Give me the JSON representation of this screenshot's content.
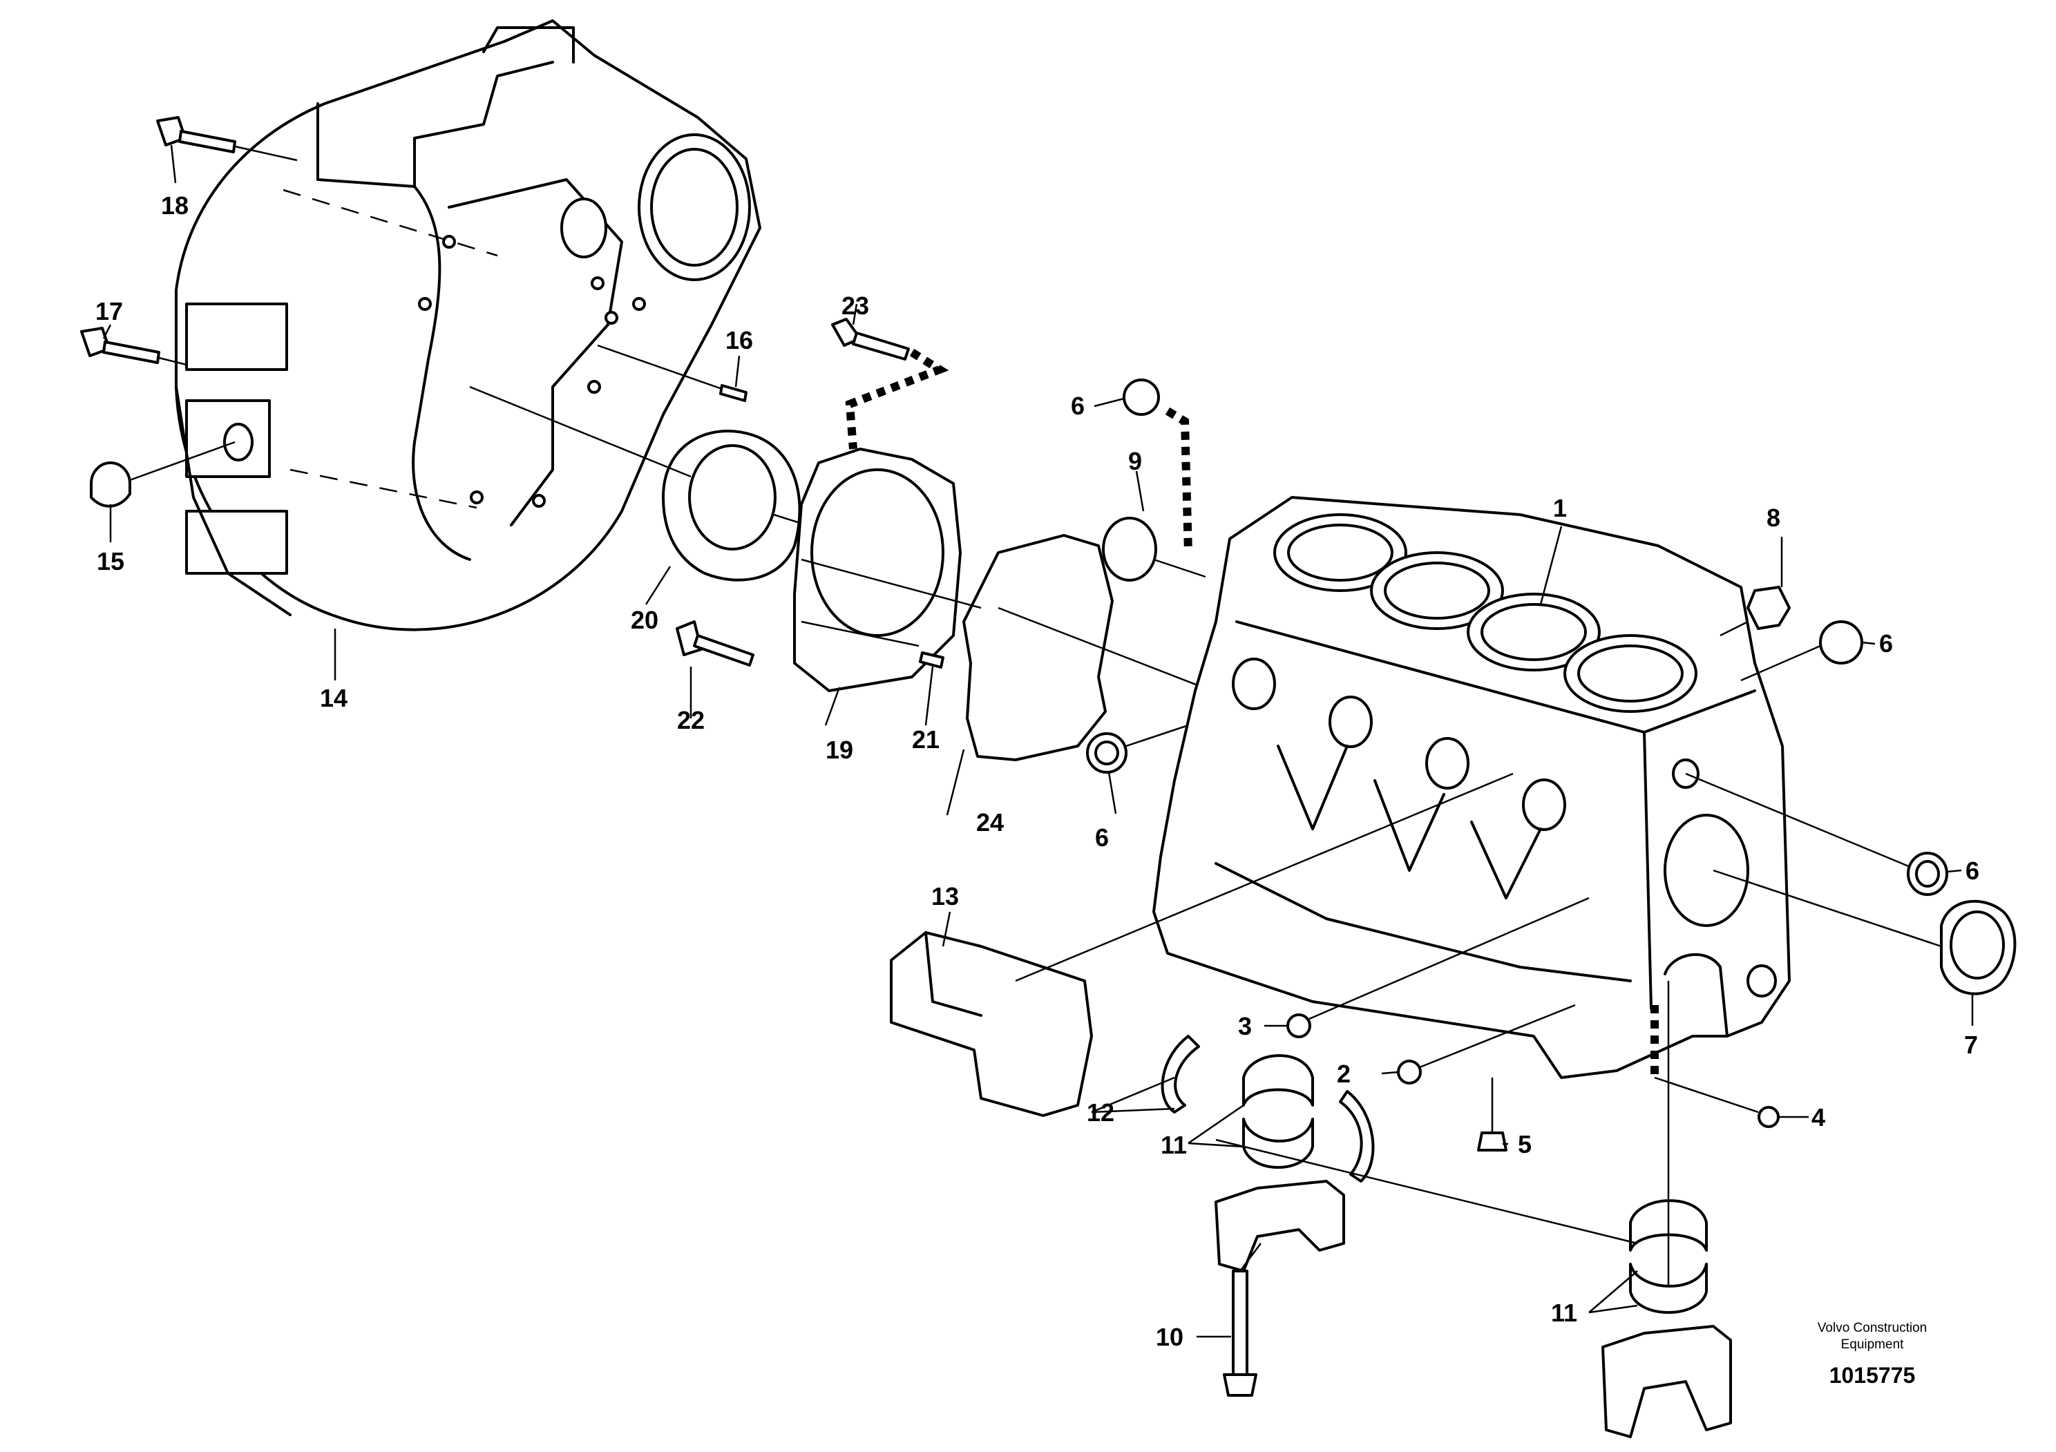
{
  "callouts": {
    "c1": "1",
    "c2": "2",
    "c3": "3",
    "c4": "4",
    "c5": "5",
    "c6a": "6",
    "c6b": "6",
    "c6c": "6",
    "c6d": "6",
    "c7": "7",
    "c8": "8",
    "c9": "9",
    "c10": "10",
    "c11a": "11",
    "c11b": "11",
    "c12": "12",
    "c13": "13",
    "c14": "14",
    "c15": "15",
    "c16": "16",
    "c17": "17",
    "c18": "18",
    "c19": "19",
    "c20": "20",
    "c21": "21",
    "c22": "22",
    "c23": "23",
    "c24": "24"
  },
  "branding": {
    "line1": "Volvo Construction",
    "line2": "Equipment",
    "drawing_number": "1015775"
  }
}
